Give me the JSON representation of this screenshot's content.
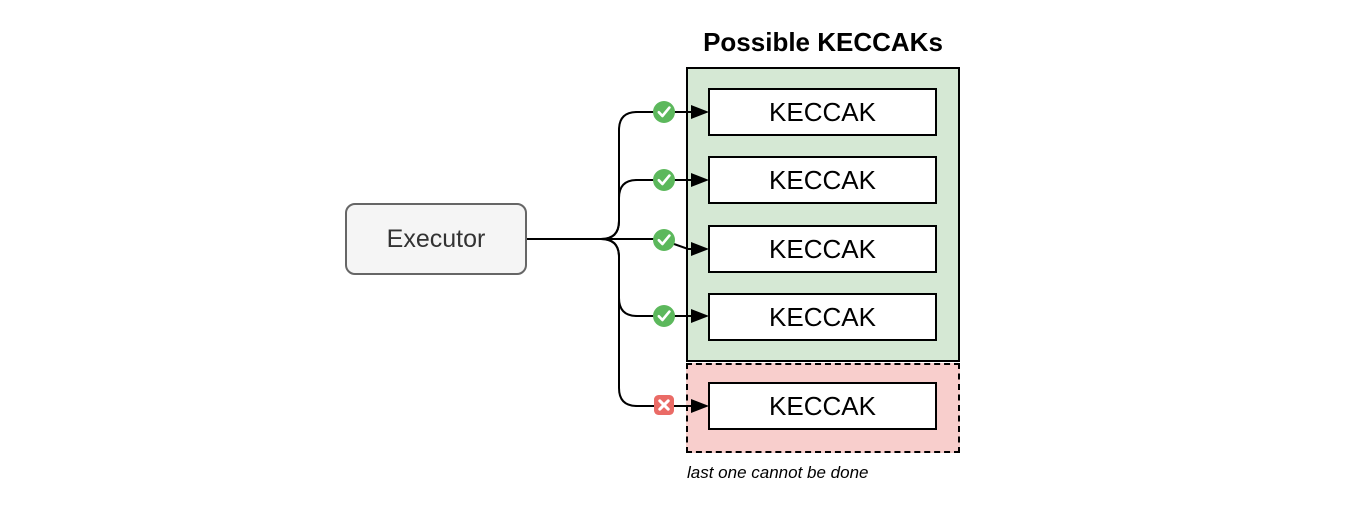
{
  "diagram": {
    "title": "Possible KECCAKs",
    "executor_label": "Executor",
    "keccak_boxes": [
      {
        "label": "KECCAK",
        "status": "possible"
      },
      {
        "label": "KECCAK",
        "status": "possible"
      },
      {
        "label": "KECCAK",
        "status": "possible"
      },
      {
        "label": "KECCAK",
        "status": "possible"
      },
      {
        "label": "KECCAK",
        "status": "impossible"
      }
    ],
    "caption": "last one cannot be done",
    "icons": {
      "possible": "check-circle-icon",
      "impossible": "cross-square-icon"
    },
    "colors": {
      "possible_group_fill": "#d5e8d4",
      "impossible_group_fill": "#f8cecc",
      "box_fill": "#ffffff",
      "box_border": "#000000",
      "executor_fill": "#f5f5f5",
      "executor_border": "#666666",
      "check_green": "#5cb85c",
      "cross_red": "#ea6b66",
      "connector_line": "#000000"
    }
  }
}
